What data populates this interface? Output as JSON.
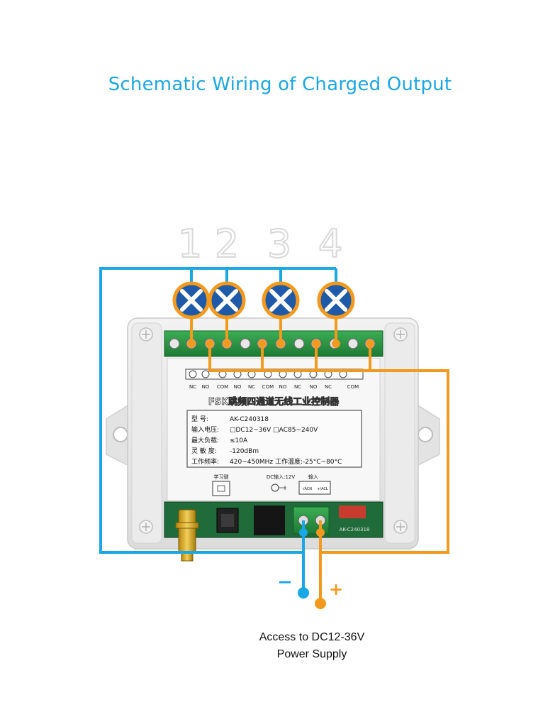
{
  "title": "Schematic Wiring of Charged Output",
  "channel_numbers": [
    "1",
    "2",
    "3",
    "4"
  ],
  "terminal_labels": [
    "NC",
    "NO",
    "COM",
    "NO",
    "NC",
    "COM",
    "NO",
    "NC",
    "NO",
    "NC",
    "COM"
  ],
  "device": {
    "name": "FSK跳频四通道无线工业控制器",
    "specs": [
      {
        "label": "型    号:",
        "value": "AK-C240318"
      },
      {
        "label": "输入电压:",
        "value": "□DC12~36V   □AC85~240V"
      },
      {
        "label": "最大负载:",
        "value": "≤10A"
      },
      {
        "label": "灵 敏 度:",
        "value": "-120dBm"
      },
      {
        "label": "工作频率:",
        "value": "420~450MHz    工作温度:-25°C~80°C"
      }
    ],
    "learn_key": "学习键",
    "dc_input": "DC输入:12V",
    "input_label": "输入",
    "input_terminals": [
      "-/ACN",
      "+/ACL"
    ],
    "board_code": "AK-C240318"
  },
  "polarity": {
    "minus": "−",
    "plus": "+"
  },
  "caption_lines": [
    "Access to DC12-36V",
    "Power Supply"
  ],
  "colors": {
    "title": "#1aa7e6",
    "negative_wire": "#1aa7e6",
    "positive_wire": "#f39a1e",
    "load_fill": "#1e5aa8",
    "load_ring": "#f39a1e",
    "terminal_green": "#1f8a3a"
  }
}
